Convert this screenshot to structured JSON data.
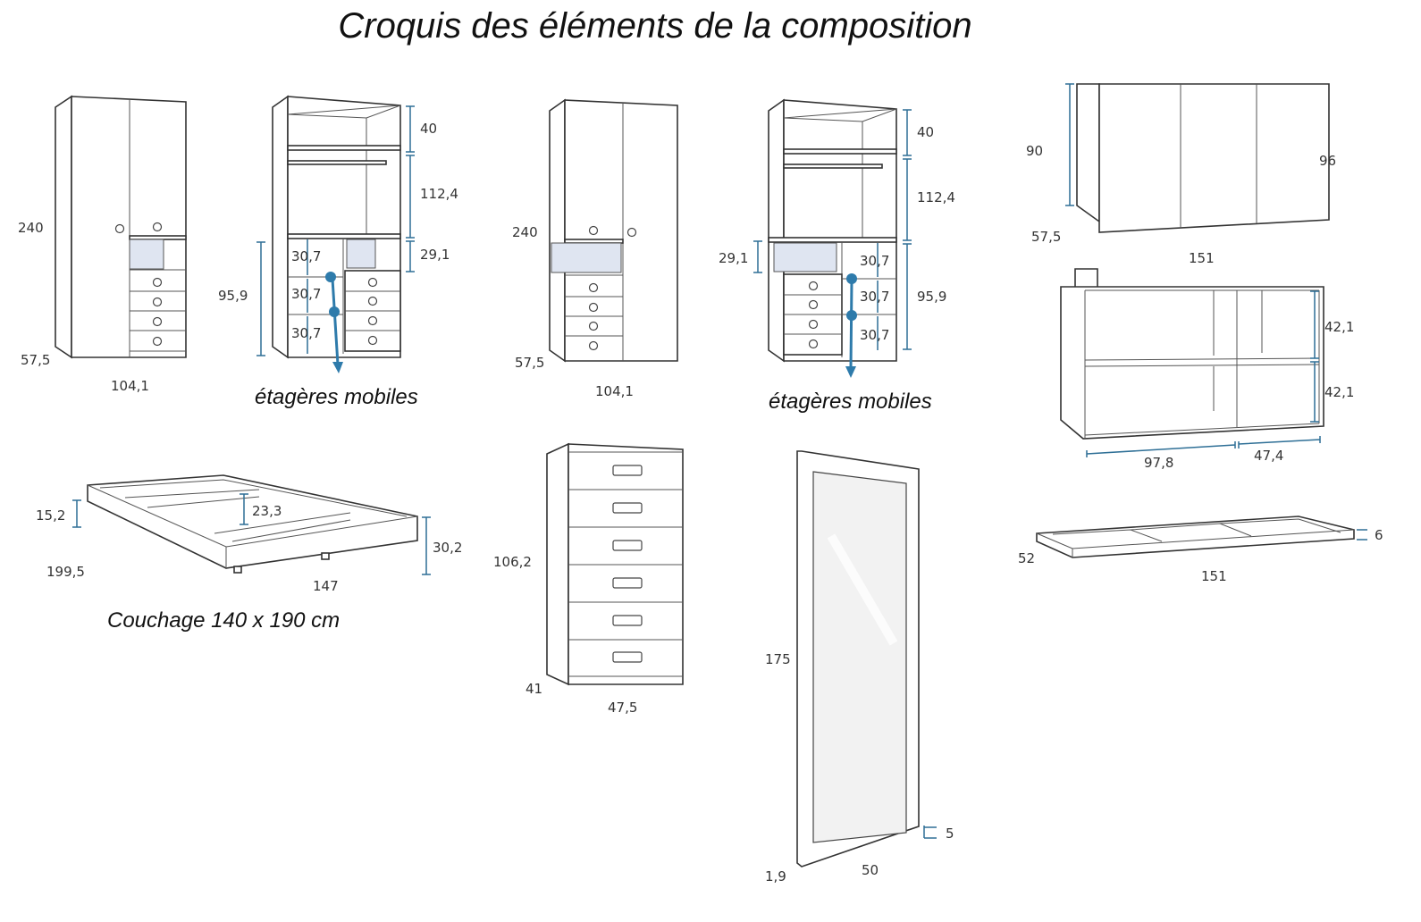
{
  "title": "Croquis des éléments de la composition",
  "wardrobe_1": {
    "height": "240",
    "depth": "57,5",
    "width": "104,1"
  },
  "wardrobe_1_open": {
    "dims": [
      "40",
      "112,4",
      "29,1",
      "95,9"
    ],
    "shelves": [
      "30,7",
      "30,7",
      "30,7"
    ],
    "caption": "étagères mobiles"
  },
  "wardrobe_2": {
    "height": "240",
    "depth": "57,5",
    "width": "104,1"
  },
  "wardrobe_2_open": {
    "dims": [
      "40",
      "112,4",
      "29,1",
      "95,9"
    ],
    "shelves": [
      "30,7",
      "30,7",
      "30,7"
    ],
    "caption": "étagères mobiles"
  },
  "wall_cabinet": {
    "height_back": "90",
    "depth": "57,5",
    "height": "96",
    "width": "151"
  },
  "shelf_unit": {
    "heights": [
      "42,1",
      "42,1"
    ],
    "widths": [
      "97,8",
      "47,4"
    ]
  },
  "bed": {
    "height_side": "15,2",
    "inner_height": "23,3",
    "length": "199,5",
    "width": "147",
    "height": "30,2",
    "caption": "Couchage 140 x 190 cm"
  },
  "chest": {
    "height": "106,2",
    "depth": "41",
    "width": "47,5"
  },
  "mirror": {
    "height": "175",
    "frame": "5",
    "depth": "1,9",
    "width": "50"
  },
  "plinth": {
    "depth": "52",
    "height": "6",
    "width": "151"
  },
  "colors": {
    "dimension": "#2e6f96",
    "niche": "#dfe5f1",
    "arrow": "#2e7bab"
  }
}
